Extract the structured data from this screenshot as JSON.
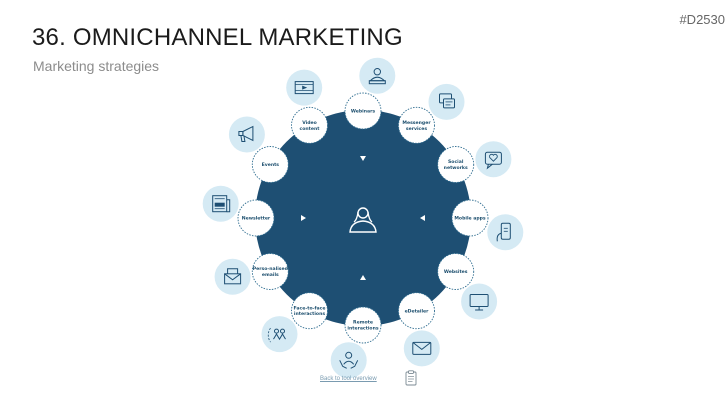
{
  "header": {
    "title": "36. OMNICHANNEL MARKETING",
    "subtitle": "Marketing strategies",
    "code": "#D2530"
  },
  "diagram": {
    "center_icon": "person-icon",
    "colors": {
      "hub": "#1e4f73",
      "node": "#ffffff",
      "node_border": "#2f6d90",
      "icon_bg": "#d5eaf4",
      "icon_stroke": "#1e4f73"
    },
    "nodes": [
      {
        "label": "Webinars",
        "icon": "webinar-icon"
      },
      {
        "label": "Messenger services",
        "icon": "messenger-icon"
      },
      {
        "label": "Social networks",
        "icon": "social-heart-icon"
      },
      {
        "label": "Mobile apps",
        "icon": "mobile-app-icon"
      },
      {
        "label": "Websites",
        "icon": "monitor-icon"
      },
      {
        "label": "eDetailer",
        "icon": "envelope-icon"
      },
      {
        "label": "Remote interactions",
        "icon": "remote-interaction-icon"
      },
      {
        "label": "Face-to-face interactions",
        "icon": "meeting-icon"
      },
      {
        "label": "Perso-nalised emails",
        "icon": "personal-email-icon"
      },
      {
        "label": "Newsletter",
        "icon": "newspaper-icon"
      },
      {
        "label": "Events",
        "icon": "megaphone-icon"
      },
      {
        "label": "Video content",
        "icon": "video-icon"
      }
    ]
  },
  "footer": {
    "back_link": "Back to tool overview",
    "icon": "clipboard-icon"
  }
}
